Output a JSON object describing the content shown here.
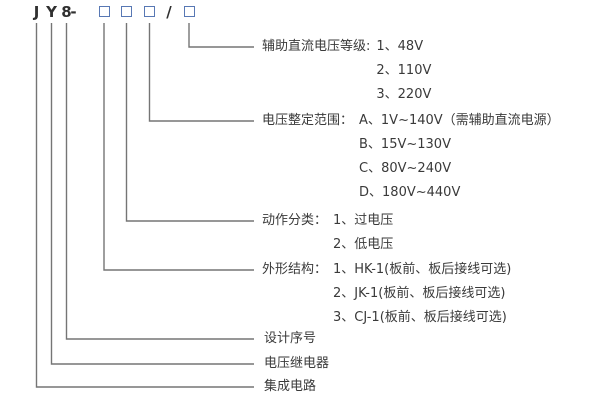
{
  "page": {
    "background": "#ffffff",
    "text_color": "#3a3a3a",
    "line_color": "#757575",
    "box_border_color": "#5878b4"
  },
  "model_code": {
    "letter_j": "J",
    "letter_y": "Y",
    "digit_8": "8",
    "dash": "-",
    "slash": "/"
  },
  "annotations": {
    "aux_dc_voltage": {
      "title": "辅助直流电压等级:",
      "options": [
        "1、48V",
        "2、110V",
        "3、220V"
      ]
    },
    "voltage_setting_range": {
      "title": "电压整定范围：",
      "options": [
        "A、1V~140V（需辅助直流电源）",
        "B、15V~130V",
        "C、80V~240V",
        "D、180V~440V"
      ]
    },
    "action_category": {
      "title": "动作分类：",
      "options": [
        "1、过电压",
        "2、低电压"
      ]
    },
    "structure_type": {
      "title": "外形结构：",
      "options": [
        "1、HK-1(板前、板后接线可选)",
        "2、JK-1(板前、板后接线可选)",
        "3、CJ-1(板前、板后接线可选)"
      ]
    },
    "design_serial": "设计序号",
    "voltage_relay": "电压继电器",
    "integrated_circuit": "集成电路"
  }
}
